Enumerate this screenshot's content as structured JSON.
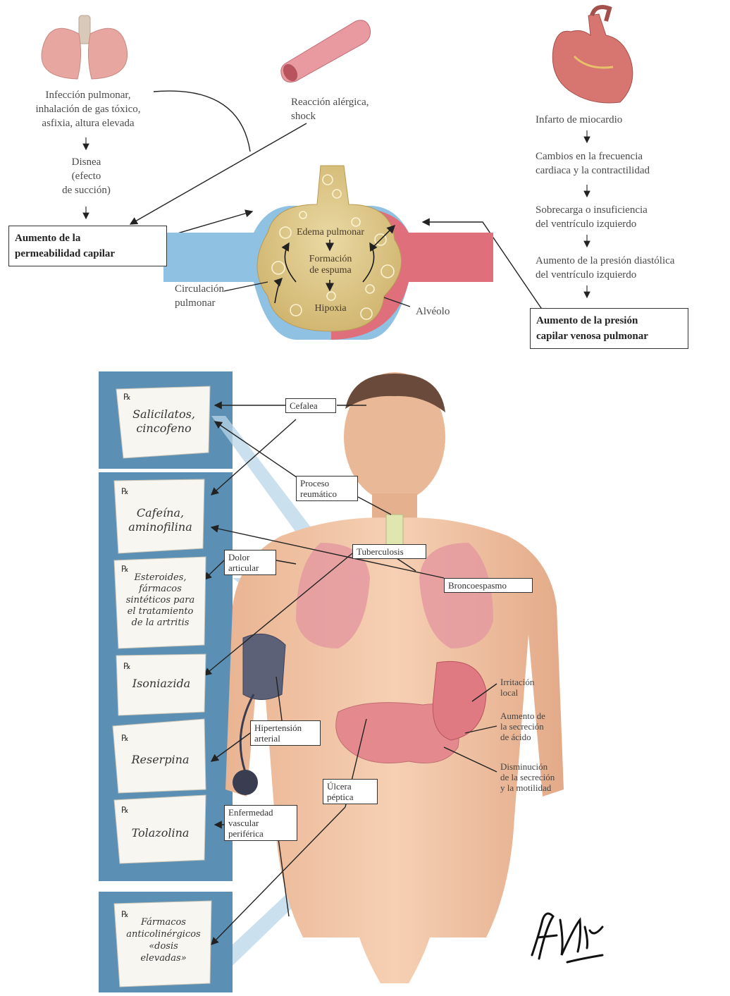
{
  "top_left": {
    "causes": "Infección pulmonar,\ninhalación de gas tóxico,\nasfixia, altura elevada",
    "dyspnea": "Disnea\n(efecto\nde succión)",
    "result_box": "Aumento de la\npermeabilidad capilar"
  },
  "top_center": {
    "allergic": "Reacción alérgica,\nshock"
  },
  "alveolus": {
    "edema": "Edema pulmonar",
    "foam": "Formación\nde espuma",
    "hypoxia": "Hipoxia",
    "circulation": "Circulación\npulmonar",
    "alveolo": "Alvéolo"
  },
  "top_right": {
    "step1": "Infarto de miocardio",
    "step2": "Cambios en la frecuencia\ncardiaca y la contractilidad",
    "step3": "Sobrecarga o insuficiencia\ndel ventrículo izquierdo",
    "step4": "Aumento de la presión diastólica\ndel ventrículo izquierdo",
    "result_box": "Aumento de la presión\ncapilar venosa pulmonar"
  },
  "rx_symbol": "℞",
  "drugs": [
    "Salicilatos,\ncincofeno",
    "Cafeína,\naminofilina",
    "Esteroides,\nfármacos\nsintéticos para\nel tratamiento\nde la artritis",
    "Isoniazida",
    "Reserpina",
    "Tolazolina",
    "Fármacos\nanticolinérgicos\n«dosis\nelevadas»"
  ],
  "labels": {
    "cefalea": "Cefalea",
    "proceso": "Proceso\nreumático",
    "tuberculosis": "Tuberculosis",
    "dolor": "Dolor\narticular",
    "bronco": "Broncoespasmo",
    "hipertension": "Hipertensión\narterial",
    "ulcera": "Úlcera\npéptica",
    "vascular": "Enfermedad\nvascular\nperiférica"
  },
  "stomach_notes": {
    "irritacion": "Irritación\nlocal",
    "secrecion": "Aumento de\nla secreción\nde ácido",
    "disminucion": "Disminución\nde la secreción\ny la motilidad"
  },
  "signature": "F. Netter"
}
